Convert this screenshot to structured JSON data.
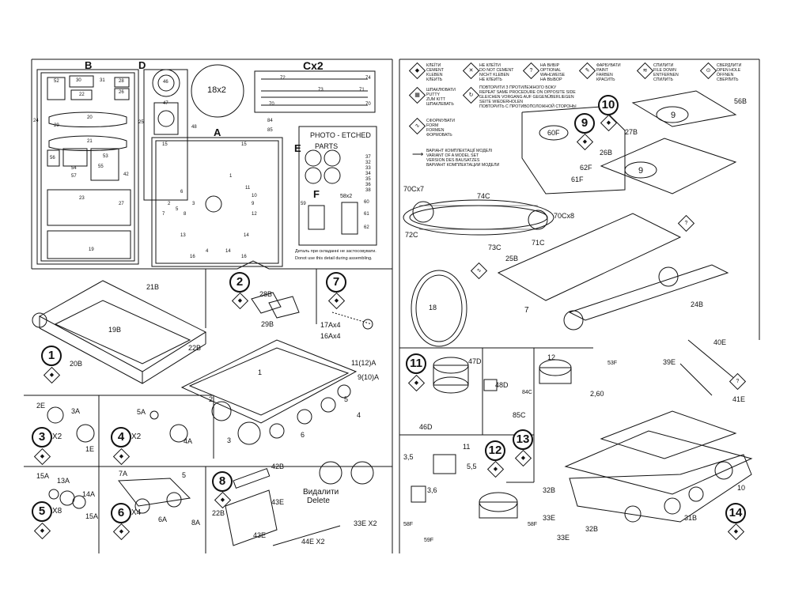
{
  "sprues": {
    "b": "B",
    "d": "D",
    "cx2": "Cx2",
    "a": "A",
    "e": "E",
    "f": "F",
    "tracks_ring": "18x2",
    "photo_etched_line1": "PHOTO - ETCHED",
    "photo_etched_line2": "PARTS",
    "pe_58x2": "58x2",
    "pe_59": "59"
  },
  "sprue_part_numbers": {
    "b_parts": [
      "52",
      "30",
      "31",
      "28",
      "22",
      "26",
      "24",
      "29",
      "20",
      "25",
      "21",
      "56",
      "53",
      "55",
      "54",
      "57",
      "42",
      "23",
      "27",
      "19"
    ],
    "d_parts": [
      "46",
      "47",
      "48"
    ],
    "cx2_parts": [
      "72",
      "74",
      "73",
      "71",
      "70",
      "70"
    ],
    "a_parts": [
      "15",
      "15",
      "1",
      "11",
      "6",
      "10",
      "9",
      "12",
      "8",
      "7",
      "5",
      "2",
      "3",
      "13",
      "14",
      "16",
      "4",
      "14",
      "16"
    ],
    "e_parts": [
      "37",
      "32",
      "33",
      "34",
      "35",
      "36",
      "38"
    ],
    "f_parts": [
      "60",
      "61",
      "62"
    ],
    "sprue_tags": [
      "84",
      "85"
    ]
  },
  "notes": {
    "do_not_use_ru": "Деталь при складанні не застосовувати.",
    "do_not_use_en": "Donot use this detail during assembling."
  },
  "legend": [
    {
      "icon": "glue-icon",
      "text": "КЛЕЇТИ\nCEMENT\nKLEBEN\nКЛЕИТЬ"
    },
    {
      "icon": "no-glue-icon",
      "text": "НЕ КЛЕЇТИ\nDO NOT CEMENT\nNICHT KLEBEN\nНЕ КЛЕИТЬ"
    },
    {
      "icon": "optional-icon",
      "text": "НА ВИБІР\nOPTIONAL\nWAHLWEISE\nНА ВЫБОР"
    },
    {
      "icon": "paint-icon",
      "text": "ФАРБУВАТИ\nPAINT\nFARBEN\nКРАСИТЬ"
    },
    {
      "icon": "file-down-icon",
      "text": "СПИЛИТИ\nFILE DOWN\nENTFERNEN\nСПИЛИТЬ"
    },
    {
      "icon": "drill-icon",
      "text": "СВЕРДЛИТИ\nOPEN HOLE\nÖFFNEN\nСВЕРЛИТЬ"
    },
    {
      "icon": "putty-icon",
      "text": "ШПАКЛЮВАТИ\nPUTTY\nZUM KITT\nШПАКЛЕВАТЬ"
    },
    {
      "icon": "repeat-icon",
      "text": "ПОВТОРИТИ З ПРОТИЛЕЖНОГО БОКУ\nREPEAT SAME PROCEDURE ON OPPOSITE SIDE\nGLEICHEN VORGANG AUF GEGENÜBERLIEGEN\nSEITE WIEDERHOLEN\nПОВТОРИТЬ С ПРОТИВОПОЛОЖНОЙ СТОРОНЫ"
    },
    {
      "icon": "form-icon",
      "text": "СФОРМУВАТИ\nFORM\nFORMEN\nФОРМОВАТЬ"
    },
    {
      "icon": "variant-icon",
      "text": "ВАРІАНТ КОМПЛЕКТАЦІЇ МОДЕЛІ\nVARIANT OF A MODEL SET\nVERSION DES BAUSATZES\nВАРИАНТ КОМПЛЕКТАЦИИ МОДЕЛИ"
    }
  ],
  "steps": [
    {
      "n": "1",
      "mult": ""
    },
    {
      "n": "2",
      "mult": ""
    },
    {
      "n": "3",
      "mult": "X2"
    },
    {
      "n": "4",
      "mult": "X2"
    },
    {
      "n": "5",
      "mult": "X8"
    },
    {
      "n": "6",
      "mult": "X4"
    },
    {
      "n": "7",
      "mult": ""
    },
    {
      "n": "8",
      "mult": ""
    },
    {
      "n": "9",
      "mult": ""
    },
    {
      "n": "10",
      "mult": ""
    },
    {
      "n": "11",
      "mult": ""
    },
    {
      "n": "12",
      "mult": ""
    },
    {
      "n": "13",
      "mult": ""
    },
    {
      "n": "14",
      "mult": ""
    }
  ],
  "callouts": {
    "s1": [
      "21B",
      "19B",
      "20B",
      "22B"
    ],
    "s2": [
      "28B",
      "29B"
    ],
    "s7": [
      "17Ax4",
      "16Ax4",
      "11(12)A",
      "9(10)A",
      "1",
      "2",
      "3",
      "4",
      "5",
      "6"
    ],
    "s3": [
      "2E",
      "3A",
      "1E"
    ],
    "s4": [
      "5A",
      "4A"
    ],
    "s5": [
      "15A",
      "13A",
      "14A",
      "15A"
    ],
    "s6": [
      "7A",
      "5",
      "6A",
      "8A"
    ],
    "s8": [
      "42B",
      "43E",
      "22B",
      "33E X2",
      "43E",
      "44E X2"
    ],
    "s8_delete_ua": "Видалити",
    "s8_delete_en": "Delete",
    "tracks": [
      "70Cx7",
      "74C",
      "70Cx8",
      "72C",
      "73C",
      "71C",
      "18",
      "7"
    ],
    "s9": [
      "60F",
      "62F",
      "61F"
    ],
    "s10": [
      "56B",
      "9",
      "27B",
      "26B",
      "9",
      "25B",
      "24B"
    ],
    "s11": [
      "47D",
      "48D",
      "46D"
    ],
    "s12": [
      "12",
      "84C",
      "85C",
      "53F",
      "2,60"
    ],
    "s12b": [
      "3,5",
      "11",
      "5,5",
      "3,6",
      "58F",
      "59F",
      "58F"
    ],
    "s13": [
      "40E",
      "39E",
      "41E",
      "10",
      "32B",
      "33E",
      "31B",
      "33E",
      "32B"
    ]
  }
}
